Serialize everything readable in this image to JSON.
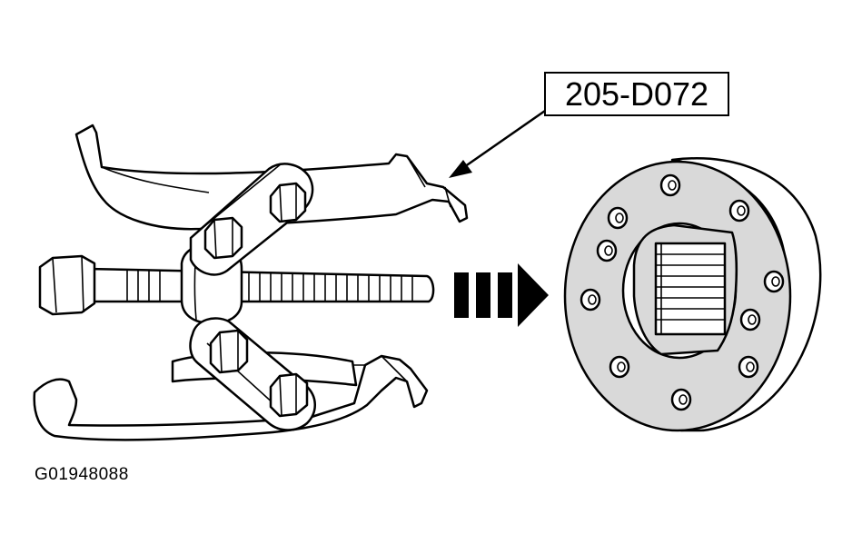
{
  "callout": {
    "label": "205-D072"
  },
  "figure": {
    "id": "G01948088"
  },
  "colors": {
    "ink": "#000000",
    "shade": "#d9d9d9",
    "background": "#ffffff"
  },
  "icons": [
    "puller-tool",
    "direction-arrow",
    "flange-hub"
  ]
}
